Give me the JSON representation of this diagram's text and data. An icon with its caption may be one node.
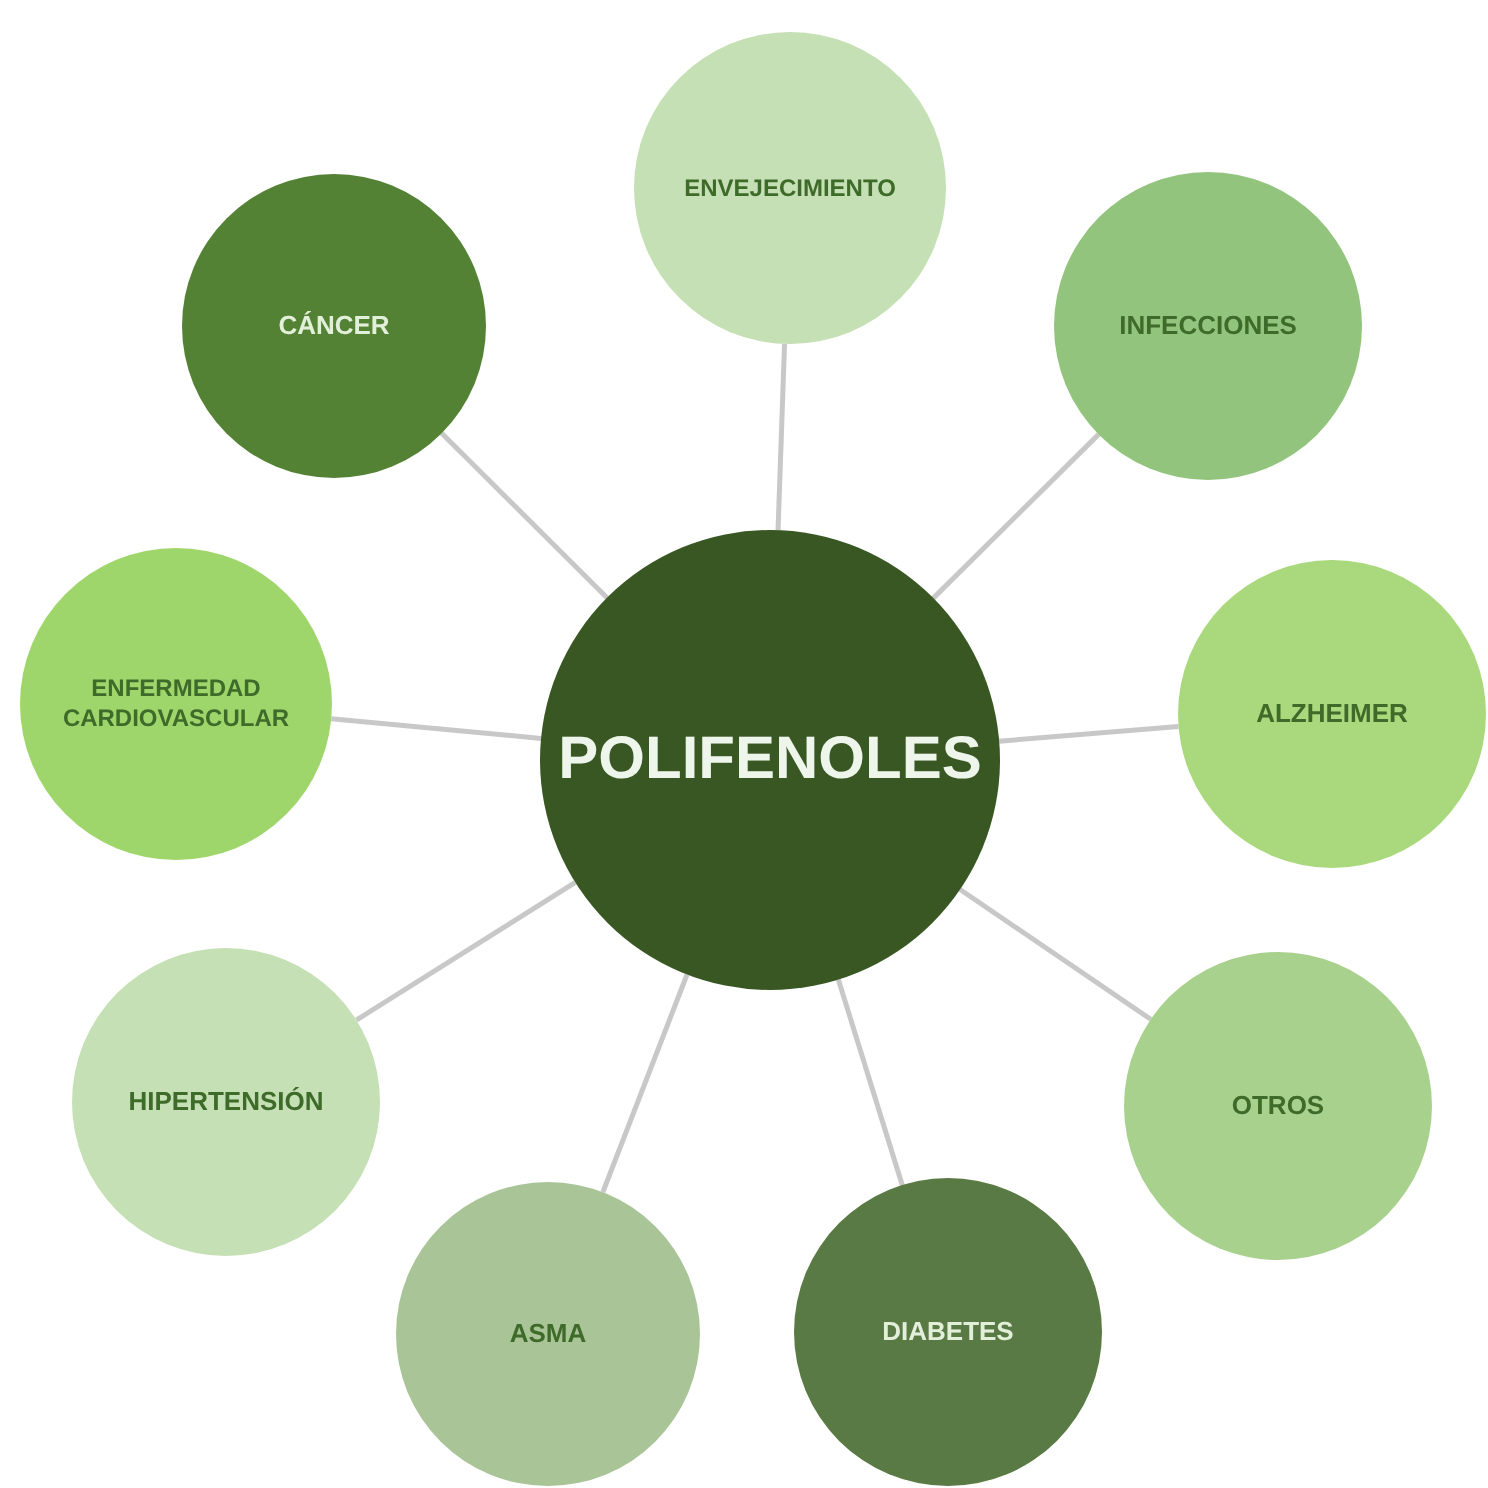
{
  "diagram": {
    "nodes": [
      {
        "text": [
          "POLIFENOLES"
        ]
      },
      {
        "text": [
          "ENVEJECIMIENTO"
        ]
      },
      {
        "text": [
          "INFECCIONES"
        ]
      },
      {
        "text": [
          "ALZHEIMER"
        ]
      },
      {
        "text": [
          "OTROS"
        ]
      },
      {
        "text": [
          "DIABETES"
        ]
      },
      {
        "text": [
          "ASMA"
        ]
      },
      {
        "text": [
          "HIPERTENSIÓN"
        ]
      },
      {
        "text": [
          "ENFERMEDAD CARDIOVASCULAR"
        ]
      },
      {
        "text": [
          "CÁNCER"
        ]
      }
    ],
    "edges": [
      {
        "from": 0,
        "to": 1,
        "arrow": "none"
      },
      {
        "from": 0,
        "to": 2,
        "arrow": "none"
      },
      {
        "from": 0,
        "to": 3,
        "arrow": "none"
      },
      {
        "from": 0,
        "to": 4,
        "arrow": "none"
      },
      {
        "from": 0,
        "to": 5,
        "arrow": "none"
      },
      {
        "from": 0,
        "to": 6,
        "arrow": "none"
      },
      {
        "from": 0,
        "to": 7,
        "arrow": "none"
      },
      {
        "from": 0,
        "to": 8,
        "arrow": "none"
      },
      {
        "from": 0,
        "to": 9,
        "arrow": "none"
      }
    ]
  }
}
